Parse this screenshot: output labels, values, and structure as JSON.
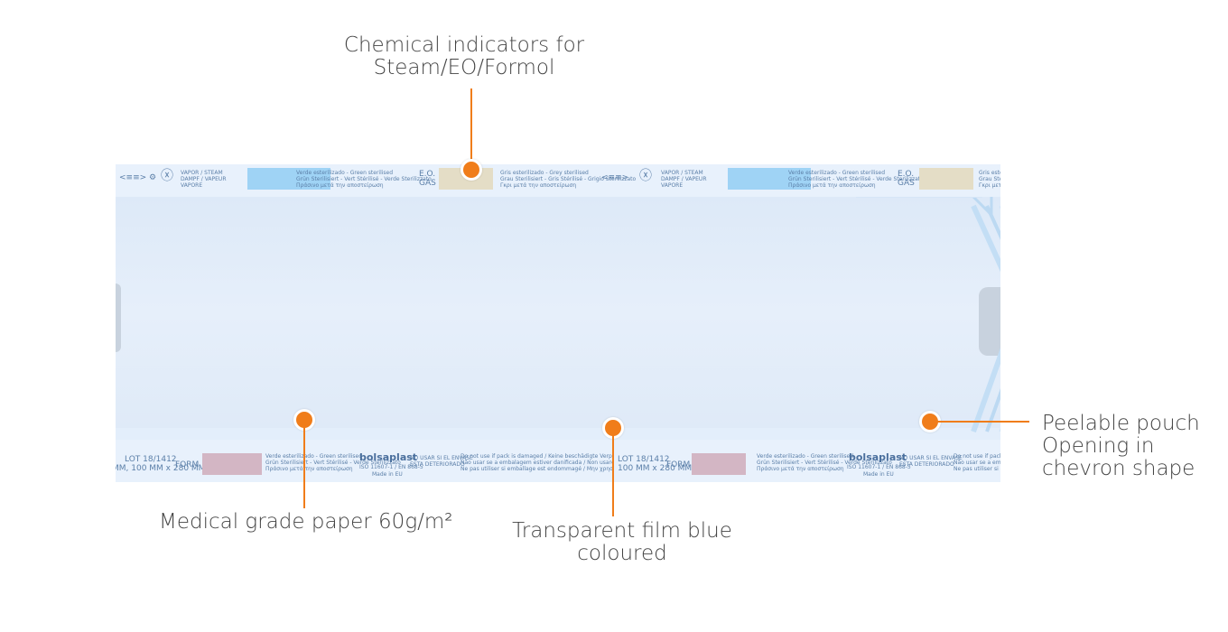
{
  "callouts": {
    "chemical_indicators": {
      "line1": "Chemical indicators for",
      "line2": "Steam/EO/Formol"
    },
    "peelable_pouch": {
      "line1": "Peelable pouch",
      "line2": "Opening in",
      "line3": "chevron shape"
    },
    "medical_paper": {
      "text": "Medical grade paper 60g/m²"
    },
    "transparent_film": {
      "line1": "Transparent film blue",
      "line2": "coloured"
    }
  },
  "pouch_print": {
    "vapor_steam": [
      "VAPOR / STEAM",
      "DAMPF / VAPEUR",
      "VAPORE"
    ],
    "green_sterilized": [
      "Verde esterilizado - Green sterilised",
      "Grün Sterilisiert - Vert Stérilisé - Verde Sterilizzato",
      "Πράσινο μετά την αποστείρωση"
    ],
    "eo_gas": [
      "E.O.",
      "GAS"
    ],
    "grey_sterilized": [
      "Gris esterilizado - Grey sterilised",
      "Grau Sterilisiert - Gris Stérilisé - Grigio Sterilizzato",
      "Γκρι μετά την αποστείρωση"
    ],
    "lot": "LOT 18/1412",
    "size": "100 MM x 280 MM",
    "size_partial": "MM, 100 MM x 280 MM",
    "form": "FORM",
    "brand": "bolsaplast",
    "iso": "ISO 11607-1 / EN 868-5",
    "made_in": "Made in EU",
    "no_usar": [
      "NO USAR SI EL ENVASE",
      "ESTA DETERIORADO"
    ],
    "do_not_use": [
      "Do not use if pack is damaged / Keine beschädigte Verpackung verwenden",
      "Não usar se a embalagem estiver danificada / Non usare se la confezione è danneggiata",
      "Ne pas utiliser si emballage est endommagé / Μην χρησιμοποιείτε αν η συσκευασία είναι κατεστραμμένη"
    ]
  },
  "colors": {
    "accent": "#f07d1a",
    "film": "#dde9f8",
    "steam_indicator": "#9fd3f5",
    "eo_indicator": "#e4ddc6",
    "formol_indicator": "#d3b6c4"
  }
}
